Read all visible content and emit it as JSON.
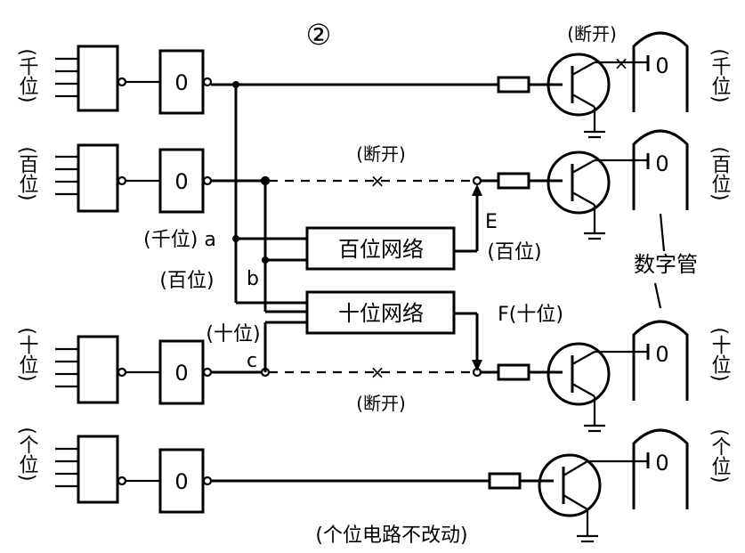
{
  "figure_number": "②",
  "rows": [
    {
      "id": "thousands",
      "label": "(千位)",
      "digit_label": "(千位)",
      "counter_text": "0",
      "tube_text": "0"
    },
    {
      "id": "hundreds",
      "label": "(百位)",
      "digit_label": "(百位)",
      "counter_text": "0",
      "tube_text": "0"
    },
    {
      "id": "tens",
      "label": "(十位)",
      "digit_label": "(十位)",
      "counter_text": "0",
      "tube_text": "0"
    },
    {
      "id": "units",
      "label": "(个位)",
      "digit_label": "(个位)",
      "counter_text": "0",
      "tube_text": "0"
    }
  ],
  "networks": {
    "hundreds": "百位网络",
    "tens": "十位网络"
  },
  "nodes": {
    "a_label": "(千位) a",
    "b_main": "b",
    "b_label": "(百位)",
    "c_main": "c",
    "c_label": "(十位)",
    "e_main": "E",
    "e_label": "(百位)",
    "f_label": "F(十位)"
  },
  "annotations": {
    "open_top": "(断开)",
    "open_hundreds": "(断开)",
    "open_tens": "(断开)",
    "display_tube": "数字管",
    "footer": "(个位电路不改动)"
  }
}
